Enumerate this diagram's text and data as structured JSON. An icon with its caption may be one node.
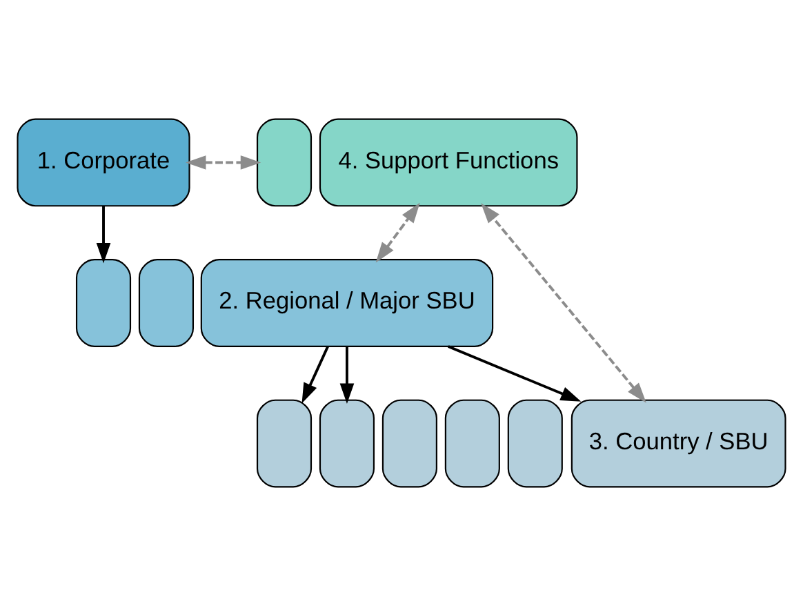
{
  "diagram": {
    "nodes": [
      {
        "text": [
          "1. Corporate"
        ]
      },
      {
        "text": [],
        "shape": "box"
      },
      {
        "text": [],
        "shape": "box"
      },
      {
        "text": [
          "2. Regional / Major SBU"
        ]
      },
      {
        "text": [],
        "shape": "box"
      },
      {
        "text": [
          "4. Support Functions"
        ]
      },
      {
        "text": [],
        "shape": "box"
      },
      {
        "text": [],
        "shape": "box"
      },
      {
        "text": [],
        "shape": "box"
      },
      {
        "text": [],
        "shape": "box"
      },
      {
        "text": [],
        "shape": "box"
      },
      {
        "text": [
          "3. Country / SBU"
        ]
      }
    ],
    "edges": [
      {
        "from": 0,
        "to": 1,
        "arrow": "to"
      },
      {
        "from": 3,
        "to": 6,
        "arrow": "to"
      },
      {
        "from": 3,
        "to": 7,
        "arrow": "to"
      },
      {
        "from": 3,
        "to": 11,
        "arrow": "to"
      },
      {
        "from": 0,
        "to": 4,
        "arrow": "both",
        "style": "dashed",
        "color": "#8c8c8c"
      },
      {
        "from": 3,
        "to": 5,
        "arrow": "both",
        "style": "dashed",
        "color": "#8c8c8c"
      },
      {
        "from": 11,
        "to": 5,
        "arrow": "both",
        "style": "dashed",
        "color": "#8c8c8c"
      }
    ]
  }
}
